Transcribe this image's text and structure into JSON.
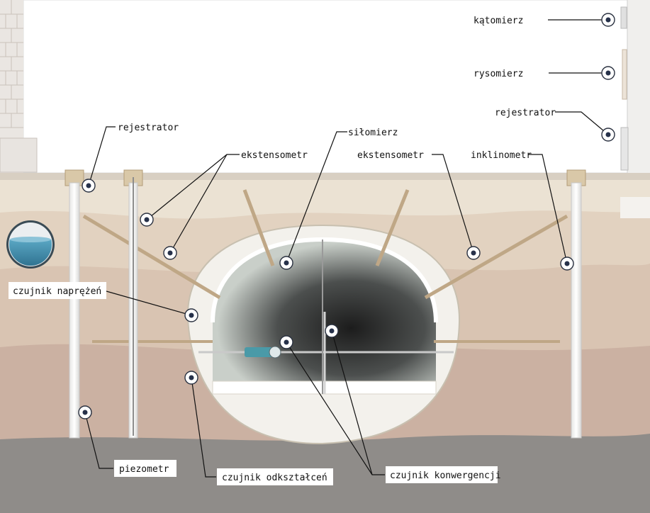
{
  "labels": {
    "katomierz": "kątomierz",
    "rysomierz": "rysomierz",
    "rejestrator_building": "rejestrator",
    "rejestrator_surface": "rejestrator",
    "silomierz": "siłomierz",
    "ekstensometr_left": "ekstensometr",
    "ekstensometr_right": "ekstensometr",
    "inklinometr": "inklinometr",
    "czujnik_naprezen": "czujnik naprężeń",
    "piezometr": "piezometr",
    "czujnik_odksztalcen": "czujnik odkształceń",
    "czujnik_konwergencji": "czujnik konwergencji"
  },
  "colors": {
    "sky": "#ffffff",
    "building_wall": "#f4f4f4",
    "brick": "#e8e4e0",
    "soil_top": "#ebe2d3",
    "soil_layer_2": "#e2d2c0",
    "soil_layer_3": "#d6bfae",
    "soil_layer_4": "#c5a99a",
    "soil_bottom": "#8d8a87",
    "tunnel_dark": "#3a3a3a",
    "water": "#3f8fb0",
    "marker": "#26314a"
  },
  "icons": {
    "marker": "sensor-point-icon",
    "pipe": "sewer-pipe-icon"
  }
}
